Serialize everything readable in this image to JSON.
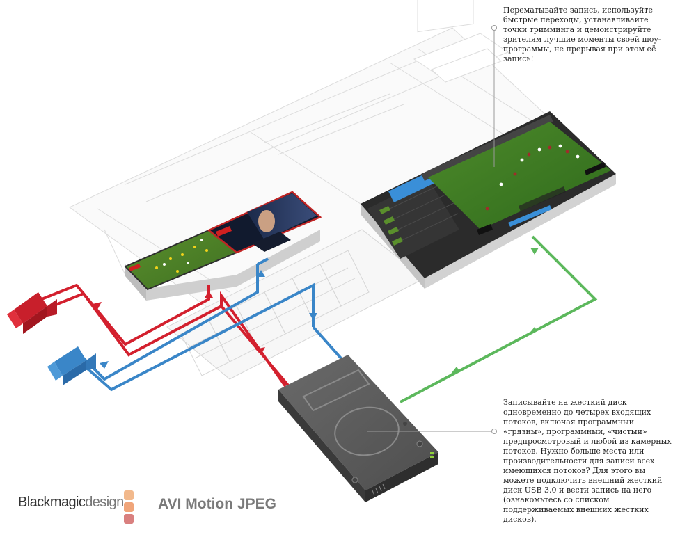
{
  "callouts": {
    "top": "Перематывайте запись, используйте быстрые переходы, устанавливайте точки тримминга и демонстрируйте зрителям лучшие моменты своей шоу-программы, не прерывая при этом её запись!",
    "bottom": "Записывайте на жесткий диск одновременно до четырех входящих потоков, включая программный «грязны», программный, «чистый» предпросмотровый и любой из камерных потоков. Нужно больше места или производительности для записи всех имеющихся потоков? Для этого вы можете подключить внешний жесткий диск USB 3.0 и вести запись на него (ознакомьтесь со списком поддерживаемых внешних жестких дисков)."
  },
  "brand": {
    "name_bold": "Blackmagic",
    "name_light": "design",
    "square_colors": [
      "#f2b98c",
      "#f0a57a",
      "#d9807f"
    ]
  },
  "format_label": "AVI Motion JPEG",
  "colors": {
    "red_signal": "#d3202e",
    "blue_signal": "#3a86c8",
    "green_signal": "#5cb85c",
    "drive_body": "#5a5a5a",
    "replay_panel": "#2b2b2b",
    "highlight": "#3a8fd8"
  },
  "icons": {
    "red_camera": "video-camera-icon",
    "blue_camera": "video-camera-icon",
    "drive": "hard-drive-icon"
  }
}
